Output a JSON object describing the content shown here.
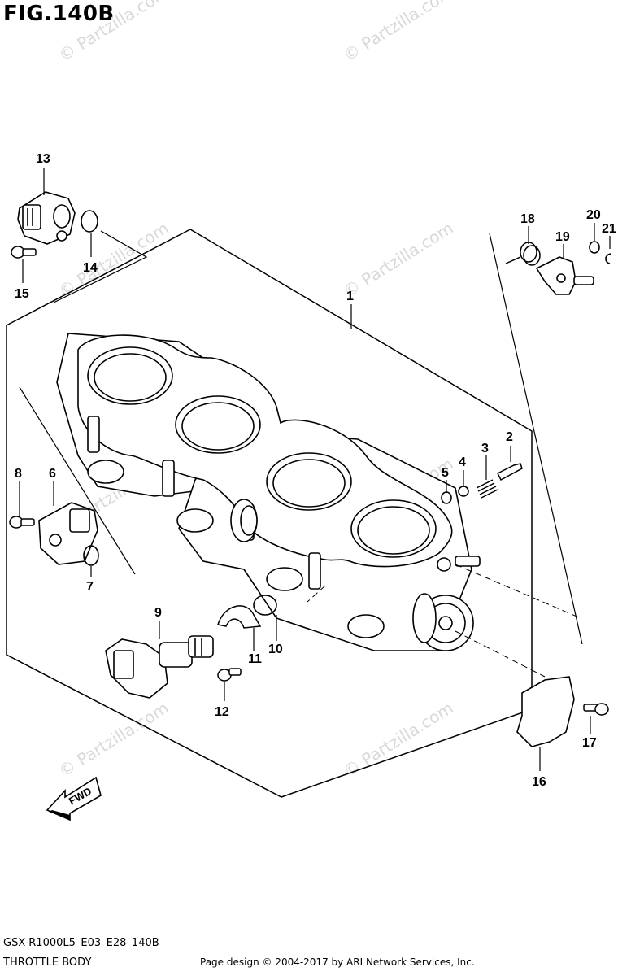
{
  "figure": {
    "title": "FIG.140B"
  },
  "callouts": [
    {
      "id": "1",
      "label": "1"
    },
    {
      "id": "2",
      "label": "2"
    },
    {
      "id": "3",
      "label": "3"
    },
    {
      "id": "4",
      "label": "4"
    },
    {
      "id": "5",
      "label": "5"
    },
    {
      "id": "6",
      "label": "6"
    },
    {
      "id": "7",
      "label": "7"
    },
    {
      "id": "8",
      "label": "8"
    },
    {
      "id": "9",
      "label": "9"
    },
    {
      "id": "10",
      "label": "10"
    },
    {
      "id": "11",
      "label": "11"
    },
    {
      "id": "12",
      "label": "12"
    },
    {
      "id": "13",
      "label": "13"
    },
    {
      "id": "14",
      "label": "14"
    },
    {
      "id": "15",
      "label": "15"
    },
    {
      "id": "16",
      "label": "16"
    },
    {
      "id": "17",
      "label": "17"
    },
    {
      "id": "18",
      "label": "18"
    },
    {
      "id": "19",
      "label": "19"
    },
    {
      "id": "20",
      "label": "20"
    },
    {
      "id": "21",
      "label": "21"
    }
  ],
  "fwd_arrow": {
    "label": "FWD"
  },
  "watermarks": [
    {
      "text": "© Partzilla.com"
    },
    {
      "text": "© Partzilla.com"
    },
    {
      "text": "© Partzilla.com"
    },
    {
      "text": "© Partzilla.com"
    },
    {
      "text": "© Partzilla.com"
    },
    {
      "text": "© Partzilla.com"
    },
    {
      "text": "© Partzilla.com"
    },
    {
      "text": "© Partzilla.com"
    }
  ],
  "footer": {
    "diagram_code": "GSX-R1000L5_E03_E28_140B",
    "section_name": "THROTTLE BODY",
    "copyright": "Page design © 2004-2017 by ARI Network Services, Inc."
  }
}
